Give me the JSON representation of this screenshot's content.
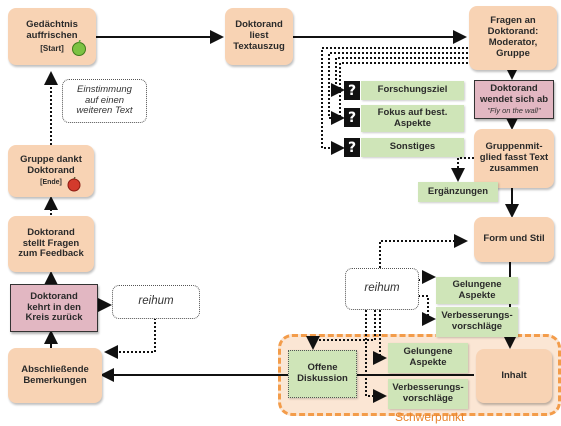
{
  "nodes": {
    "gedaechtnis": "Gedächtnis\nauffrischen",
    "gedaechtnis_tag": "[Start]",
    "doktorand_liest": "Doktorand\nliest\nTextauszug",
    "fragen_an": "Fragen an\nDoktorand:\nModerator,\nGruppe",
    "einstimmung": "Einstimmung\nauf einen\nweiteren Text",
    "forschungsziel": "Forschungsziel",
    "fokus": "Fokus auf best.\nAspekte",
    "sonstiges": "Sonstiges",
    "wendet_sich_ab": "Doktorand\nwendet sich ab",
    "fly_on_wall": "\"Fly on the wall\"",
    "gruppe_dankt": "Gruppe dankt\nDoktorand",
    "gruppe_dankt_tag": "[Ende]",
    "gruppenmitglied": "Gruppenmit-\nglied fasst Text\nzusammen",
    "ergaenzungen": "Ergänzungen",
    "stellt_fragen": "Doktorand\nstellt Fragen\nzum Feedback",
    "form_und_stil": "Form und Stil",
    "kehrt_zurueck": "Doktorand\nkehrt in den\nKreis zurück",
    "reihum_1": "reihum",
    "reihum_2": "reihum",
    "gelungene_1": "Gelungene\nAspekte",
    "verbesserung_1": "Verbesserungs-\nvorschläge",
    "abschliessende": "Abschließende\nBemerkungen",
    "offene": "Offene\nDiskussion",
    "gelungene_2": "Gelungene\nAspekte",
    "verbesserung_2": "Verbesserungs-\nvorschläge",
    "inhalt": "Inhalt",
    "schwerpunkt": "Schwerpunkt",
    "question_mark": "?"
  }
}
